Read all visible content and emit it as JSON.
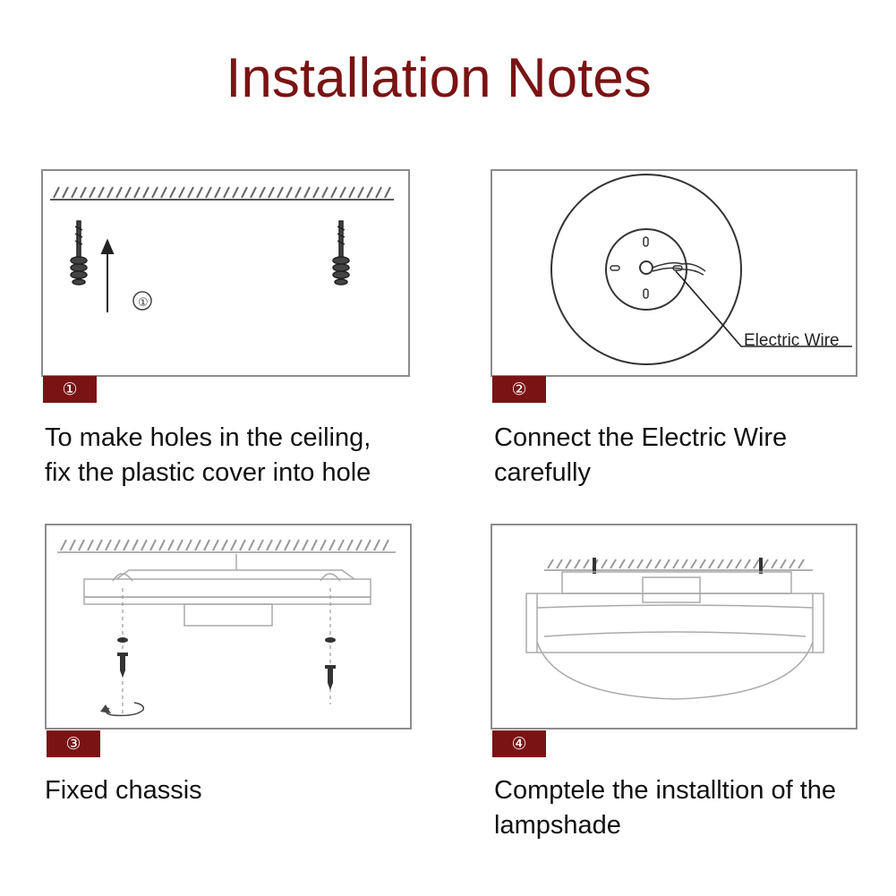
{
  "title": "Installation Notes",
  "steps": [
    {
      "badge": "①",
      "caption_lines": [
        "To make holes in the ceiling,",
        "fix the plastic cover into hole"
      ],
      "inline_marker": "①"
    },
    {
      "badge": "②",
      "caption_lines": [
        "Connect the Electric Wire",
        "carefully"
      ],
      "wire_label": "Electric Wire"
    },
    {
      "badge": "③",
      "caption_lines": [
        "Fixed chassis"
      ]
    },
    {
      "badge": "④",
      "caption_lines": [
        "Comptele the installtion of the",
        "lampshade"
      ]
    }
  ],
  "colors": {
    "accent": "#7a1314",
    "border": "#8c8c8c",
    "line": "#333333"
  }
}
